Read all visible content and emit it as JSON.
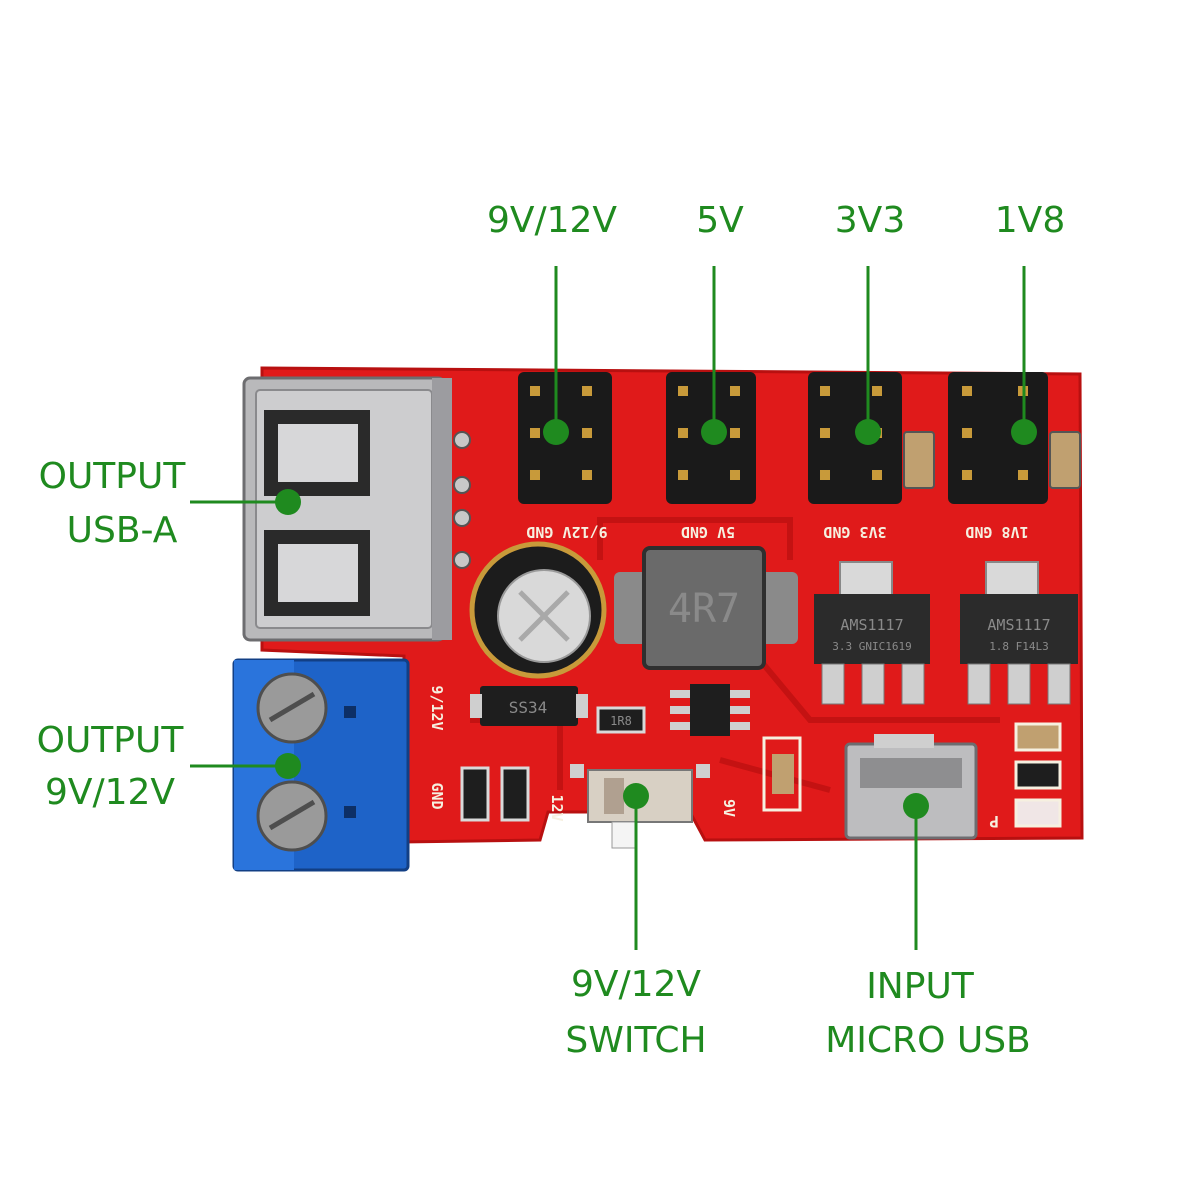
{
  "colors": {
    "label": "#1f8a1f",
    "pcb": "#e01a1a",
    "terminal": "#1e63c8",
    "header": "#1a1a1a",
    "pin": "#c89a3a"
  },
  "callouts": {
    "header_9v12v": "9V/12V",
    "header_5v": "5V",
    "header_3v3": "3V3",
    "header_1v8": "1V8",
    "usb_a_line1": "OUTPUT",
    "usb_a_line2": "USB-A",
    "terminal_line1": "OUTPUT",
    "terminal_line2": "9V/12V",
    "switch_line1": "9V/12V",
    "switch_line2": "SWITCH",
    "input_line1": "INPUT",
    "input_line2": "MICRO USB"
  },
  "silkscreen": {
    "hdr1": "9/12V GND",
    "hdr2": "5V GND",
    "hdr3": "3V3 GND",
    "hdr4": "1V8 GND",
    "terminal_top": "9/12V",
    "terminal_gnd": "GND",
    "switch_left": "12V",
    "switch_right": "9V",
    "power_p": "P"
  },
  "components": {
    "inductor": "4R7",
    "regulator1_line1": "AMS1117",
    "regulator1_line2": "3.3 GNIC1619",
    "regulator2_line1": "AMS1117",
    "regulator2_line2": "1.8 F14L3",
    "diode": "SS34",
    "resistor": "1R8"
  }
}
